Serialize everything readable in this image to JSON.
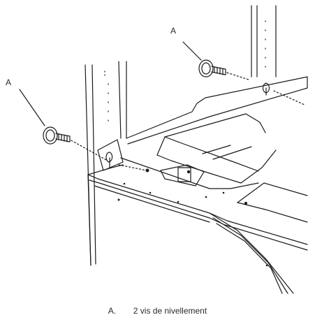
{
  "callouts": [
    {
      "letter": "A"
    },
    {
      "letter": "A"
    }
  ],
  "legend": {
    "key": "A.",
    "text": "2 vis de nivellement"
  },
  "colors": {
    "line": "#1a1a1a",
    "background": "#ffffff"
  }
}
